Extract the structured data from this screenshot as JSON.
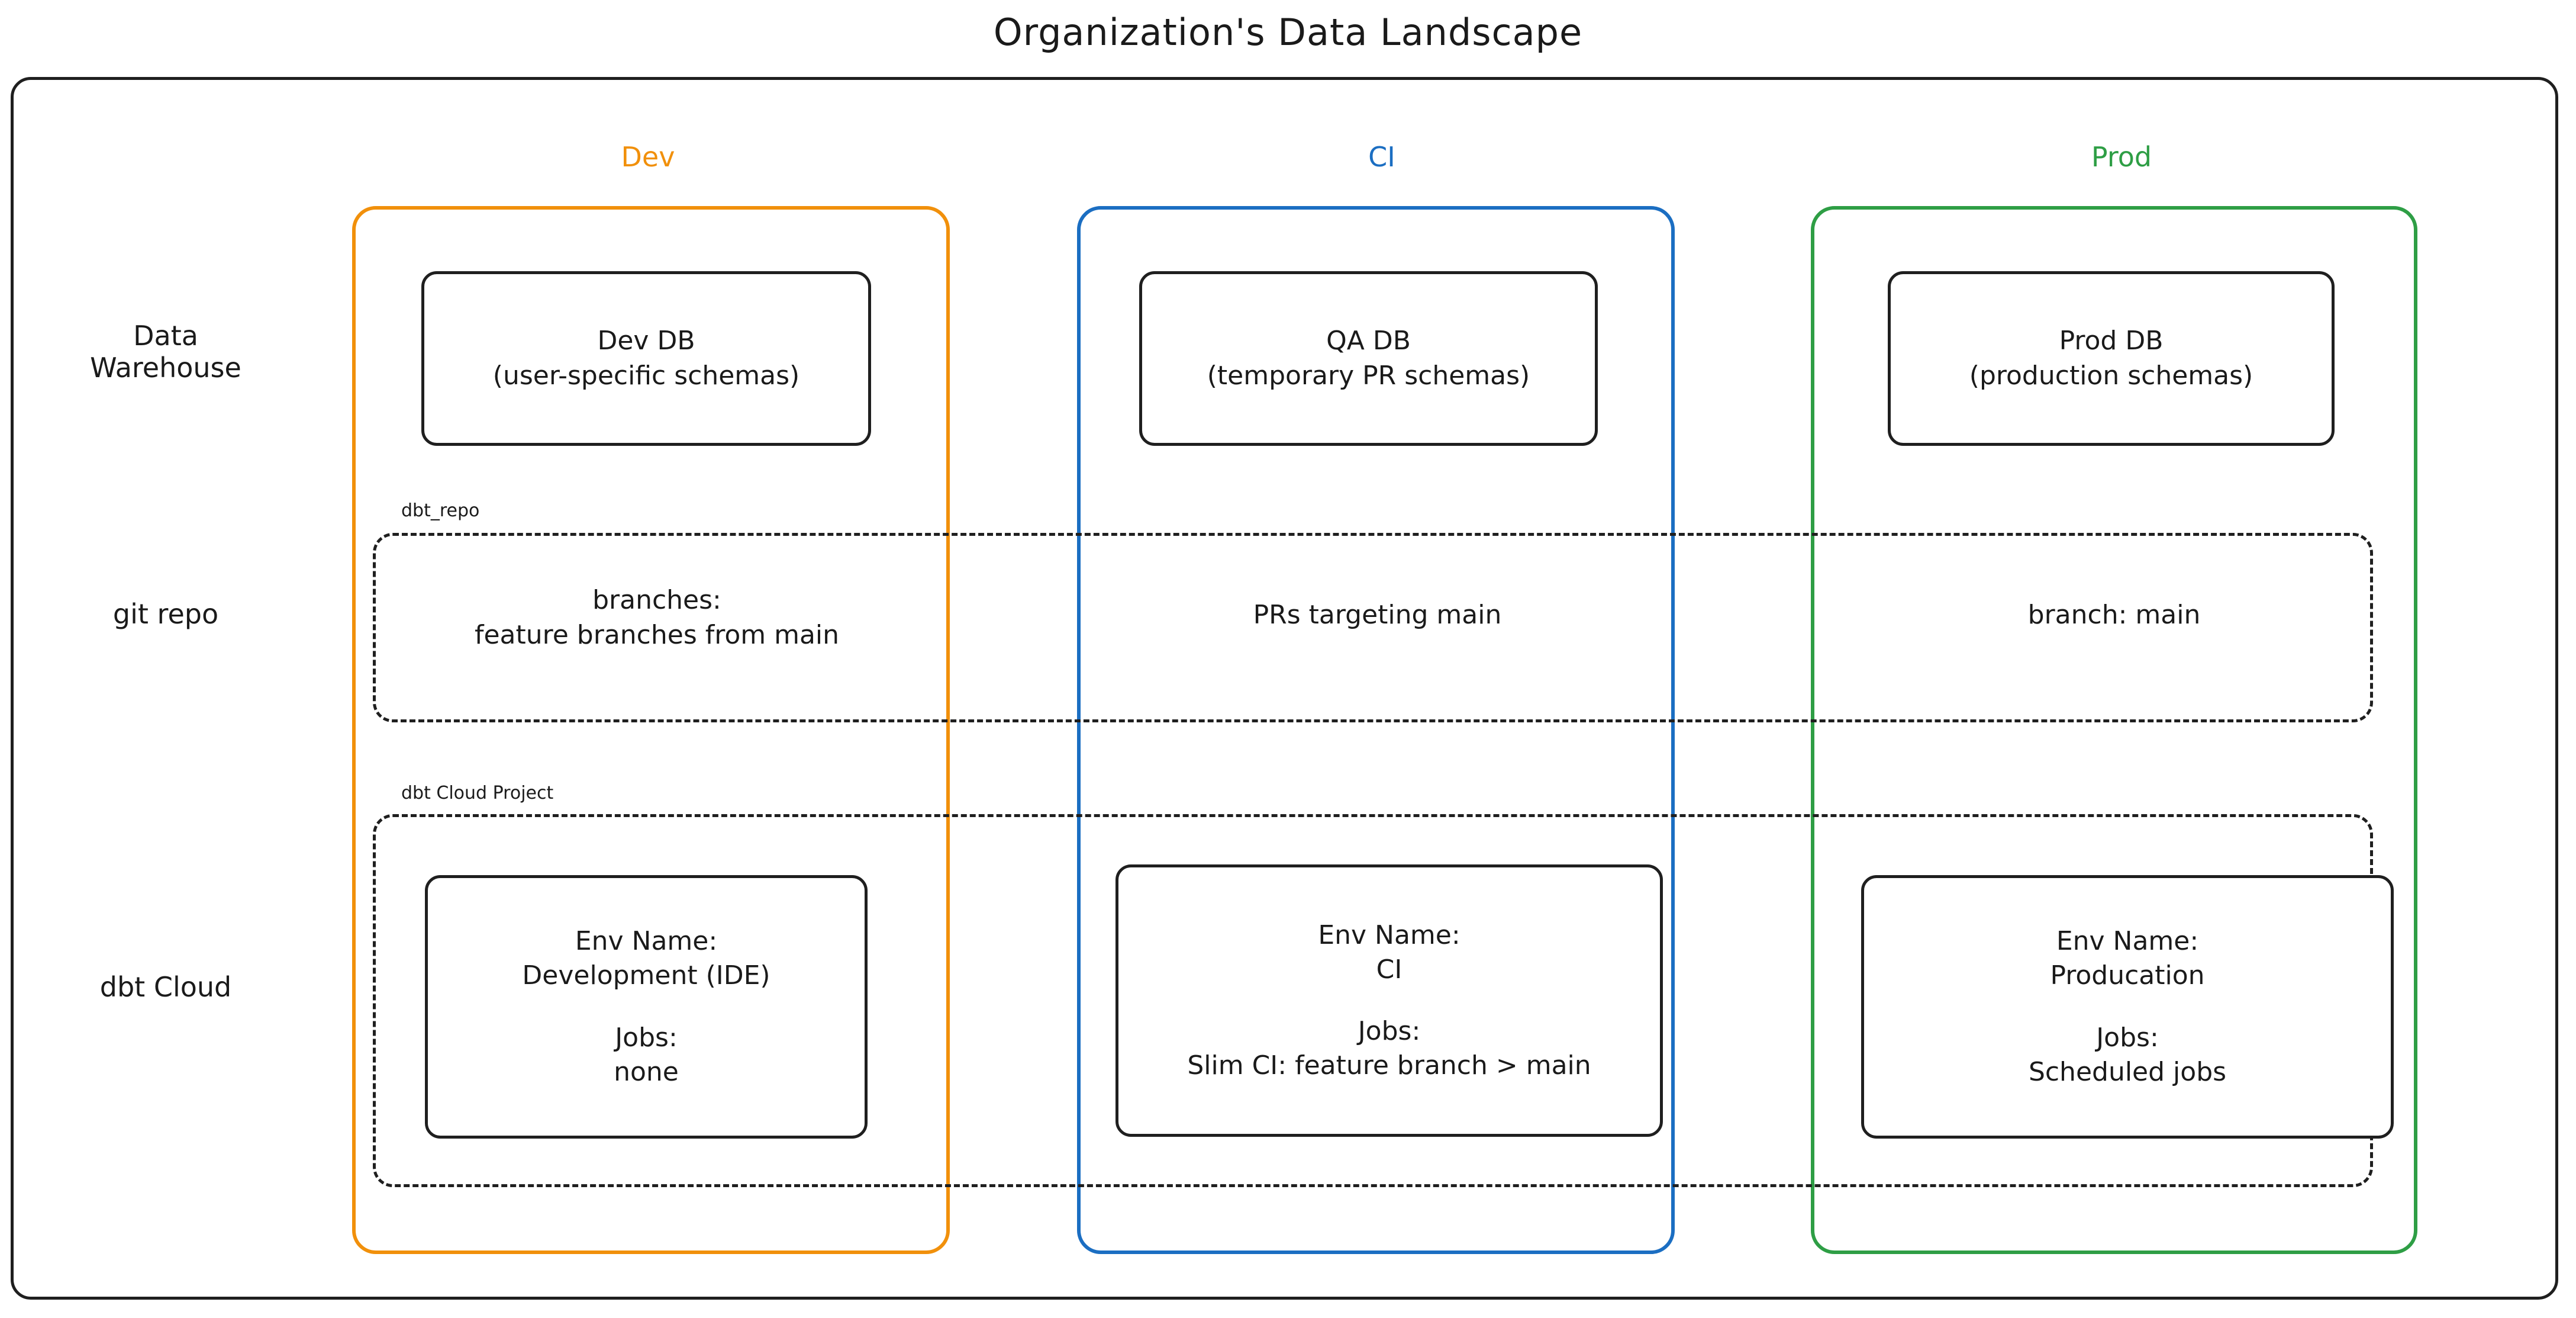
{
  "title": "Organization's Data Landscape",
  "colors": {
    "dev": "#F1900B",
    "ci": "#1B6EC2",
    "prod": "#2E9E45",
    "stroke": "#1f1f1f",
    "background": "#ffffff"
  },
  "columns": [
    {
      "key": "dev",
      "label": "Dev"
    },
    {
      "key": "ci",
      "label": "CI"
    },
    {
      "key": "prod",
      "label": "Prod"
    }
  ],
  "rows": [
    {
      "key": "warehouse",
      "label": "Data\nWarehouse",
      "label_line1": "Data",
      "label_line2": "Warehouse"
    },
    {
      "key": "git",
      "label": "git repo"
    },
    {
      "key": "dbtcloud",
      "label": "dbt Cloud"
    }
  ],
  "groups": [
    {
      "key": "repo",
      "tag": "dbt_repo"
    },
    {
      "key": "dbtcloud",
      "tag": "dbt Cloud Project"
    }
  ],
  "warehouse": {
    "dev": {
      "line1": "Dev DB",
      "line2": "(user-specific schemas)"
    },
    "ci": {
      "line1": "QA DB",
      "line2": "(temporary PR schemas)"
    },
    "prod": {
      "line1": "Prod DB",
      "line2": "(production schemas)"
    }
  },
  "git_repo": {
    "dev": {
      "line1": "branches:",
      "line2": "feature branches from main"
    },
    "ci": {
      "line1": "PRs targeting main",
      "line2": ""
    },
    "prod": {
      "line1": "branch: main",
      "line2": ""
    }
  },
  "dbt_cloud": {
    "dev": {
      "env_label": "Env Name:",
      "env_value": "Development (IDE)",
      "jobs_label": "Jobs:",
      "jobs_value": "none"
    },
    "ci": {
      "env_label": "Env Name:",
      "env_value": "CI",
      "jobs_label": "Jobs:",
      "jobs_value": "Slim CI: feature branch > main"
    },
    "prod": {
      "env_label": "Env Name:",
      "env_value": "Producation",
      "jobs_label": "Jobs:",
      "jobs_value": "Scheduled jobs"
    }
  }
}
